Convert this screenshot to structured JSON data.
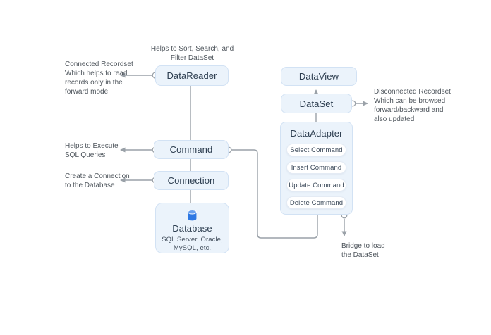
{
  "nodes": {
    "dataReader": {
      "label": "DataReader"
    },
    "command": {
      "label": "Command"
    },
    "connection": {
      "label": "Connection"
    },
    "database": {
      "label": "Database",
      "subtitle": "SQL Server, Oracle,\nMySQL, etc."
    },
    "dataView": {
      "label": "DataView"
    },
    "dataSet": {
      "label": "DataSet"
    },
    "dataAdapter": {
      "label": "DataAdapter",
      "commands": [
        "Select Command",
        "Insert Command",
        "Update Command",
        "Delete Command"
      ]
    }
  },
  "annotations": {
    "sort_filter": "Helps to Sort, Search, and\nFilter DataSet",
    "connected_recordset": "Connected Recordset\nWhich helps to read\nrecords only in the\nforward mode",
    "execute_queries": "Helps to Execute\nSQL Queries",
    "create_connection": "Create a Connection\nto the Database",
    "disconnected_recordset": "Disconnected Recordset\nWhich can be browsed\nforward/backward and\nalso updated",
    "bridge": "Bridge to load\nthe DataSet"
  },
  "icons": {
    "database": "database-cylinder-icon"
  },
  "colors": {
    "background": "#ffffff",
    "node_fill": "#ebf3fb",
    "node_border": "#d2e2f4",
    "node_text": "#2d3e50",
    "annotation_text": "#4e555c",
    "connector": "#9aa1a8",
    "database_icon_blue": "#2e78e3",
    "pill_fill": "#ffffff"
  }
}
